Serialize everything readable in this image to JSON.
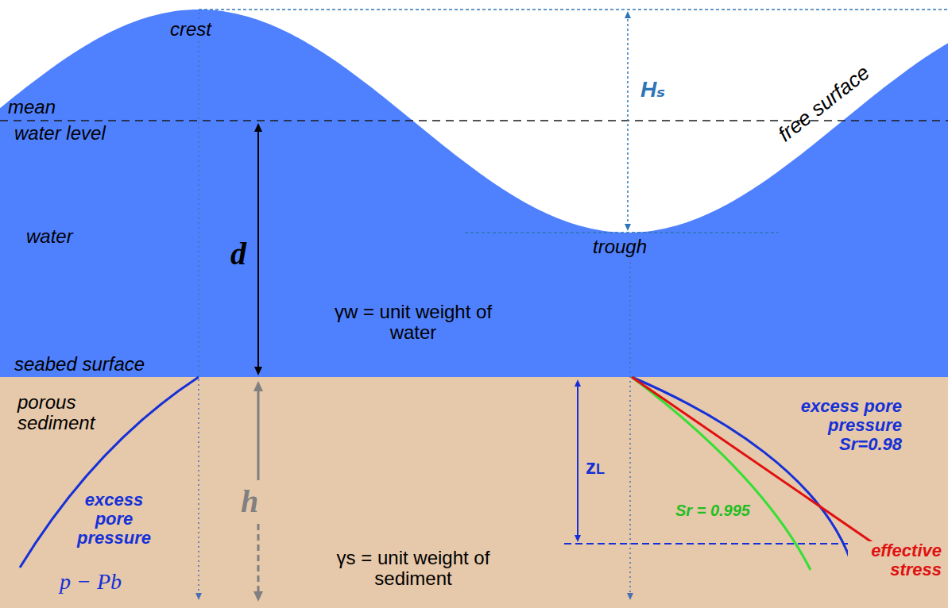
{
  "diagram": {
    "labels": [
      "crest",
      "mean",
      "water level",
      "Hₛ",
      "free surface",
      "d",
      "water",
      "trough",
      "γw = unit weight of water",
      "seabed surface",
      "porous sediment",
      "zL",
      "h",
      "excess pore pressure Sr=0.98",
      "Sr = 0.995",
      "excess pore pressure",
      "p − Pb",
      "effective stress",
      "γs = unit weight of sediment"
    ]
  }
}
